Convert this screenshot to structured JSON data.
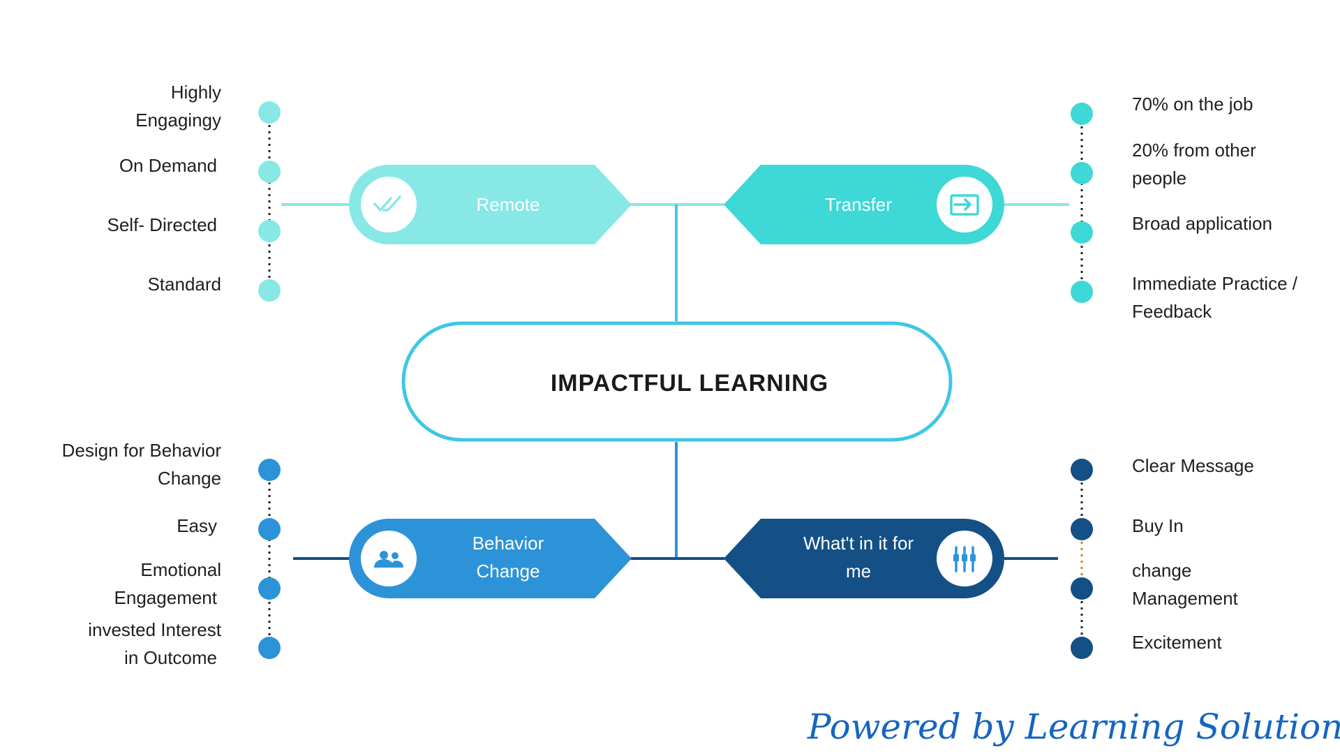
{
  "center": {
    "title": "IMPACTFUL LEARNING",
    "border_color": "#3fc6e6"
  },
  "branches": {
    "remote": {
      "label_lines": [
        "Remote"
      ],
      "icon": "double-check-icon",
      "color": "#87e8e6",
      "items": [
        {
          "lines": [
            "Highly",
            "Engagingy"
          ]
        },
        {
          "lines": [
            "On Demand"
          ]
        },
        {
          "lines": [
            "Self- Directed"
          ]
        },
        {
          "lines": [
            "Standard"
          ]
        }
      ]
    },
    "transfer": {
      "label_lines": [
        "Transfer"
      ],
      "icon": "input-arrow-icon",
      "color": "#3ed8d6",
      "items": [
        {
          "lines": [
            "70% on the job"
          ]
        },
        {
          "lines": [
            "20% from other",
            "people"
          ]
        },
        {
          "lines": [
            "Broad application"
          ]
        },
        {
          "lines": [
            "Immediate Practice /",
            "Feedback"
          ]
        }
      ]
    },
    "behavior": {
      "label_lines": [
        "Behavior",
        "Change"
      ],
      "icon": "people-icon",
      "color": "#2d93d8",
      "items": [
        {
          "lines": [
            "Design for Behavior",
            "Change"
          ]
        },
        {
          "lines": [
            "Easy"
          ]
        },
        {
          "lines": [
            "Emotional",
            "Engagement"
          ]
        },
        {
          "lines": [
            "invested Interest",
            "in Outcome"
          ]
        }
      ]
    },
    "wiifm": {
      "label_lines": [
        "What't in it for",
        "me"
      ],
      "icon": "equalizer-icon",
      "color": "#145086",
      "items": [
        {
          "lines": [
            "Clear Message"
          ]
        },
        {
          "lines": [
            "Buy In"
          ]
        },
        {
          "lines": [
            "change",
            "Management"
          ]
        },
        {
          "lines": [
            "Excitement"
          ]
        }
      ]
    }
  },
  "footer": {
    "signature": "Powered by Learning Solutions",
    "color": "#1565c0"
  }
}
